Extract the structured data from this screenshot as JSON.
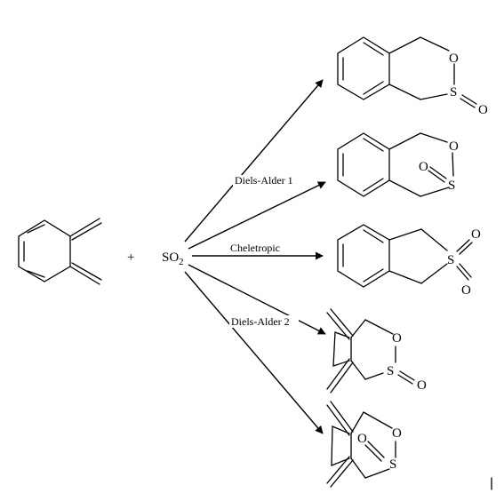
{
  "reagents": {
    "plus": "+",
    "so2_main": "SO",
    "so2_sub": "2"
  },
  "pathways": {
    "diels_alder_1": "Diels-Alder 1",
    "cheletropic": "Cheletropic",
    "diels_alder_2": "Diels-Alder 2"
  },
  "atoms": {
    "oxygen": "O",
    "sulfur": "S"
  }
}
